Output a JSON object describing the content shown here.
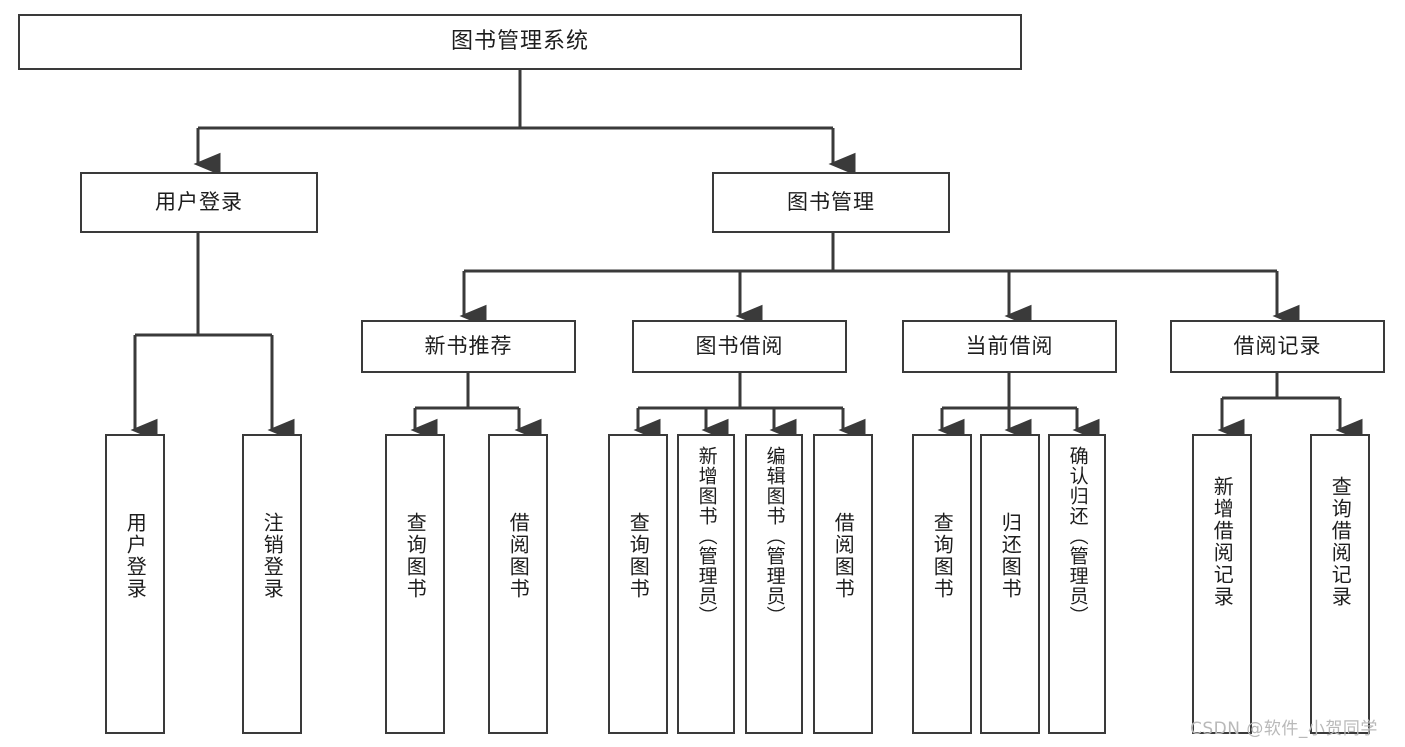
{
  "diagram": {
    "title": "图书管理系统",
    "watermark": "CSDN @软件_小贺同学",
    "line_color": "#3a3a3a",
    "box_fill": "#ffffff",
    "text_color": "#1d1d1d",
    "watermark_color": "#b9b9b9",
    "root": {
      "label": "图书管理系统"
    },
    "level2": [
      {
        "label": "用户登录"
      },
      {
        "label": "图书管理"
      }
    ],
    "level3": [
      {
        "label": "新书推荐"
      },
      {
        "label": "图书借阅"
      },
      {
        "label": "当前借阅"
      },
      {
        "label": "借阅记录"
      }
    ],
    "leaves": {
      "user_login": [
        {
          "label": "用户登录"
        },
        {
          "label": "注销登录"
        }
      ],
      "new_book_recommend": [
        {
          "label": "查询图书"
        },
        {
          "label": "借阅图书"
        }
      ],
      "book_borrow": [
        {
          "label": "查询图书"
        },
        {
          "label": "新增图书（管理员）"
        },
        {
          "label": "编辑图书（管理员）"
        },
        {
          "label": "借阅图书"
        }
      ],
      "current_borrow": [
        {
          "label": "查询图书"
        },
        {
          "label": "归还图书"
        },
        {
          "label": "确认归还（管理员）"
        }
      ],
      "borrow_record": [
        {
          "label": "新增借阅记录"
        },
        {
          "label": "查询借阅记录"
        }
      ]
    }
  }
}
